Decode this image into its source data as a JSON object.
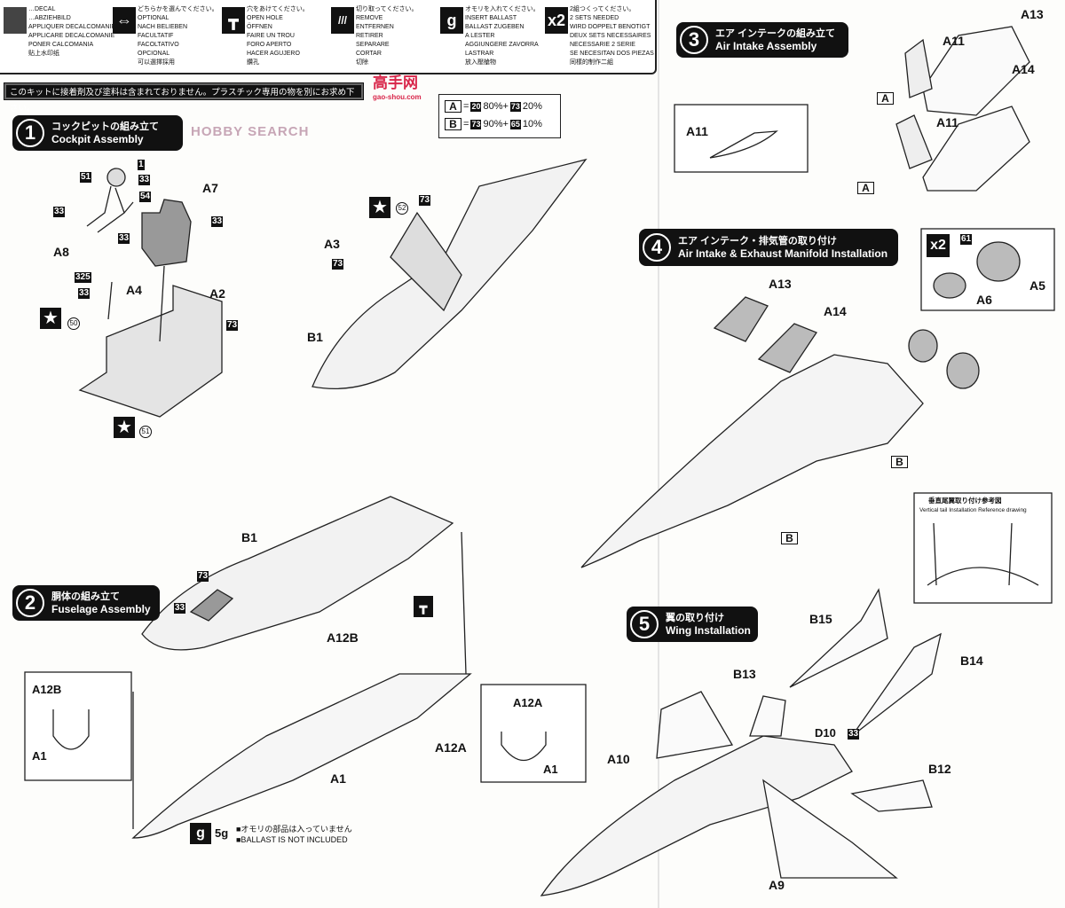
{
  "watermark": {
    "text": "HOBBY SEARCH",
    "logo_text": "高手网",
    "site": "gao-shou.com"
  },
  "legend": [
    {
      "icon": "decal-icon",
      "lines": "…DECAL\n…ABZIEHBILD\nAPPLIQUER DECALCOMANIE\nAPPLICARE DECALCOMANIE\nPONER CALCOMANIA\n贴上水印纸"
    },
    {
      "icon": "optional-icon",
      "lines": "どちらかを選んでください。\nOPTIONAL\nNACH BELIEBEN\nFACULTATIF\nFACOLTATIVO\nOPCIONAL\n可以選擇採用"
    },
    {
      "icon": "open-hole-icon",
      "lines": "穴をあけてください。\nOPEN HOLE\nÖFFNEN\nFAIRE UN TROU\nFORO APERTO\nHACER AGUJERO\n鑽孔"
    },
    {
      "icon": "remove-icon",
      "lines": "切り取ってください。\nREMOVE\nENTFERNEN\nRETIRER\nSEPARARE\nCORTAR\n切除"
    },
    {
      "icon": "ballast-icon",
      "glyph": "g",
      "lines": "オモリを入れてください。\nINSERT BALLAST\nBALLAST ZUGEBEN\nA LESTER\nAGGIUNGERE ZAVORRA\nLASTRAR\n放入壓艙物"
    },
    {
      "icon": "two-sets-icon",
      "glyph": "x2",
      "lines": "2組つくってください。\n2 SETS NEEDED\nWIRD DOPPELT BENOTIGT\nDEUX SETS NECESSAIRES\nNECESSARIE 2 SERIE\nSE NECESITAN DOS PIEZAS\n同樣的制作二組"
    }
  ],
  "notice": "このキットに接着剤及び塗料は含まれておりません。プラスチック専用の物を別にお求め下さい。",
  "color_mix": [
    {
      "key": "A",
      "eq": "=",
      "c1": "20",
      "p1": "80%+",
      "c2": "73",
      "p2": "20%"
    },
    {
      "key": "B",
      "eq": "=",
      "c1": "73",
      "p1": "90%+",
      "c2": "65",
      "p2": "10%"
    }
  ],
  "steps": [
    {
      "num": "1",
      "ja": "コックピットの組み立て",
      "en": "Cockpit Assembly"
    },
    {
      "num": "2",
      "ja": "胴体の組み立て",
      "en": "Fuselage Assembly"
    },
    {
      "num": "3",
      "ja": "エア インテークの組み立て",
      "en": "Air Intake Assembly"
    },
    {
      "num": "4",
      "ja": "エア インテーク・排気管の取り付け",
      "en": "Air Intake & Exhaust Manifold Installation"
    },
    {
      "num": "5",
      "ja": "翼の取り付け",
      "en": "Wing Installation"
    }
  ],
  "s1": {
    "c1": "1",
    "c51": "51",
    "c33a": "33",
    "c54": "54",
    "c33b": "33",
    "a7": "A7",
    "c33c": "33",
    "a8": "A8",
    "c33d": "33",
    "c325": "325",
    "c33e": "33",
    "a4": "A4",
    "d50": "50",
    "a2": "A2",
    "c73": "73",
    "d51": "51"
  },
  "s1b": {
    "d52": "52",
    "c73a": "73",
    "a3": "A3",
    "c73b": "73",
    "b1": "B1"
  },
  "s2": {
    "b1": "B1",
    "c73": "73",
    "c33": "33",
    "a12b": "A12B",
    "in_a12b": "A12B",
    "in_a1": "A1",
    "in_a12a": "A12A",
    "in_a1b": "A1",
    "a12a": "A12A",
    "a1": "A1",
    "ballast_weight": "5g",
    "ballast_note_ja": "■オモリの部品は入っていません",
    "ballast_note_en": "■BALLAST IS NOT INCLUDED"
  },
  "s3": {
    "a13": "A13",
    "a11a": "A11",
    "ka": "A",
    "a11b": "A11",
    "a14": "A14",
    "a11c": "A11",
    "kb": "A"
  },
  "s4": {
    "x2": "x2",
    "c61": "61",
    "a5": "A5",
    "a6": "A6",
    "a13": "A13",
    "a14": "A14",
    "kb1": "B",
    "kb2": "B"
  },
  "ref": {
    "ja": "垂直尾翼取り付け参考図",
    "en": "Vertical tail Installation Reference drawing"
  },
  "s5": {
    "b15": "B15",
    "b14": "B14",
    "b13": "B13",
    "a10": "A10",
    "d10": "D10",
    "c33": "33",
    "b12": "B12",
    "a9": "A9"
  }
}
